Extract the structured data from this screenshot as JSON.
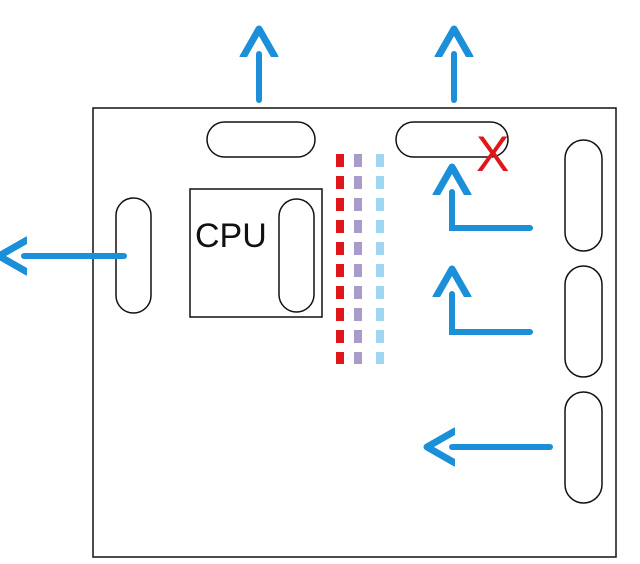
{
  "diagram": {
    "title": "",
    "labels": {
      "cpu": "CPU",
      "blocked_mark": "X"
    },
    "colors": {
      "outline": "#111111",
      "arrow": "#1b8fd8",
      "blocked": "#e0161b",
      "dash_red": "#e0161b",
      "dash_purple": "#a99bcb",
      "dash_lightblue": "#9fd6f1"
    },
    "vents": [
      {
        "name": "top-left-vent",
        "orientation": "horizontal"
      },
      {
        "name": "top-right-vent",
        "orientation": "horizontal",
        "blocked": true
      },
      {
        "name": "left-side-vent",
        "orientation": "vertical"
      },
      {
        "name": "cpu-vent",
        "orientation": "vertical"
      },
      {
        "name": "right-vent-top",
        "orientation": "vertical"
      },
      {
        "name": "right-vent-middle",
        "orientation": "vertical"
      },
      {
        "name": "right-vent-bottom",
        "orientation": "vertical"
      }
    ],
    "airflow_arrows": [
      {
        "name": "exhaust-up-left",
        "direction": "up"
      },
      {
        "name": "exhaust-up-right",
        "direction": "up"
      },
      {
        "name": "exhaust-left",
        "direction": "left"
      },
      {
        "name": "intake-bend-top",
        "direction": "left-then-up"
      },
      {
        "name": "intake-bend-middle",
        "direction": "left-then-up"
      },
      {
        "name": "intake-left-bottom",
        "direction": "left"
      }
    ],
    "dashed_lines": [
      "red",
      "purple",
      "lightblue"
    ]
  }
}
